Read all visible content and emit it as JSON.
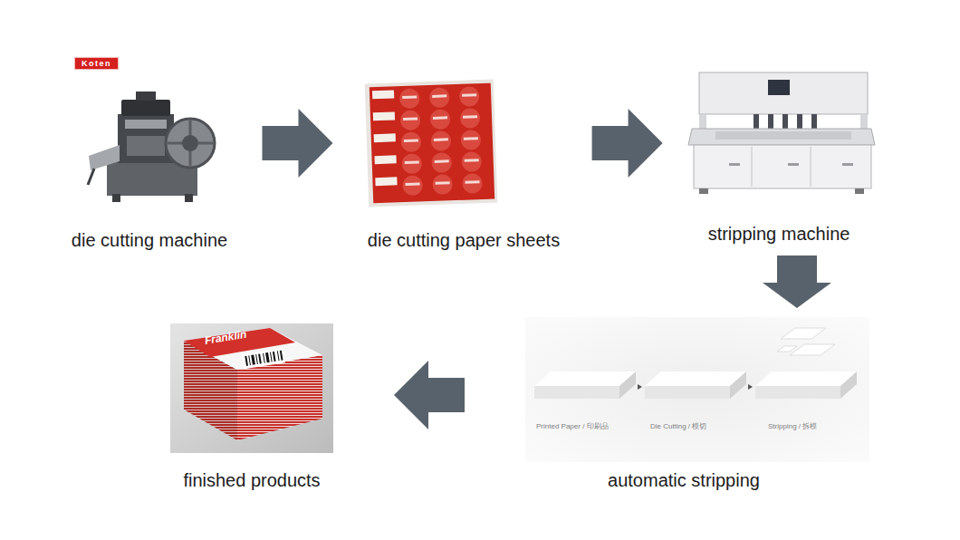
{
  "diagram": {
    "nodes": [
      {
        "text": [
          "die cutting machine"
        ]
      },
      {
        "text": [
          "die cutting paper sheets"
        ]
      },
      {
        "text": [
          "stripping machine"
        ]
      },
      {
        "text": [
          "automatic stripping"
        ]
      },
      {
        "text": [
          "finished products"
        ]
      }
    ],
    "edges": [
      {
        "from": 0,
        "to": 1,
        "arrow": "to"
      },
      {
        "from": 1,
        "to": 2,
        "arrow": "to"
      },
      {
        "from": 2,
        "to": 3,
        "arrow": "to"
      },
      {
        "from": 3,
        "to": 4,
        "arrow": "to"
      }
    ],
    "labels": [
      "Koten",
      "Printed Paper / 印刷品",
      "Die Cutting / 模切",
      "Stripping / 拆模",
      "Franklin"
    ]
  }
}
